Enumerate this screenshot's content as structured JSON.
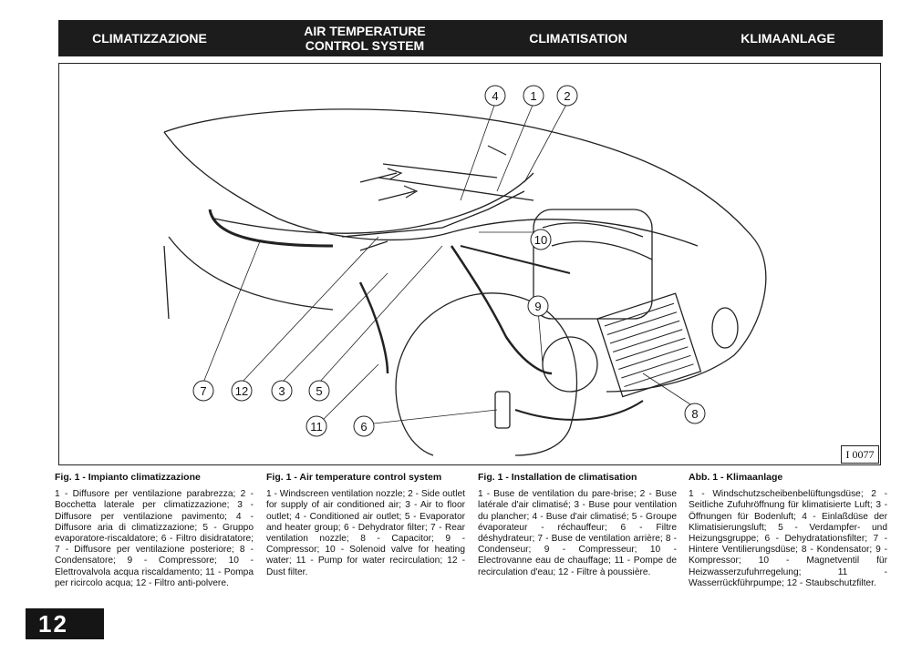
{
  "header": {
    "it": "CLIMATIZZAZIONE",
    "en_line1": "AIR TEMPERATURE",
    "en_line2": "CONTROL SYSTEM",
    "fr": "CLIMATISATION",
    "de": "KLIMAANLAGE"
  },
  "figure": {
    "code": "I 0077",
    "callouts": [
      "4",
      "1",
      "2",
      "10",
      "9",
      "7",
      "12",
      "3",
      "5",
      "8",
      "11",
      "6"
    ]
  },
  "captions": {
    "it": {
      "title": "Fig. 1 - Impianto climatizzazione",
      "body": "1 - Diffusore per ventilazione parabrezza; 2 - Bocchetta laterale per climatizzazione; 3 - Diffusore per ventilazione pavimento; 4 - Diffusore aria di climatizzazione; 5 - Gruppo evaporatore-riscaldatore; 6 - Filtro disidratatore; 7 - Diffusore per ventilazione posteriore; 8 - Condensatore; 9 - Compressore; 10 - Elettrovalvola acqua riscaldamento; 11 - Pompa per ricircolo acqua; 12 - Filtro anti-polvere."
    },
    "en": {
      "title": "Fig. 1 - Air temperature control system",
      "body": "1 - Windscreen ventilation nozzle; 2 - Side outlet for supply of air conditioned air; 3 - Air to floor outlet; 4 - Conditioned air outlet; 5 - Evaporator and heater group; 6 - Dehydrator filter; 7 - Rear ventilation nozzle; 8 - Capacitor; 9 - Compressor; 10 - Solenoid valve for heating water; 11 - Pump for water recirculation; 12 - Dust filter."
    },
    "fr": {
      "title": "Fig. 1 - Installation de climatisation",
      "body": "1 - Buse de ventilation du pare-brise; 2 - Buse latérale d'air climatisé; 3 - Buse pour ventilation du plancher; 4 - Buse d'air climatisé; 5 - Groupe évaporateur - réchauffeur; 6 - Filtre déshydrateur; 7 - Buse de ventilation arrière; 8 - Condenseur; 9 - Compresseur; 10 - Electrovanne eau de chauffage; 11 - Pompe de recirculation d'eau; 12 - Filtre à poussière."
    },
    "de": {
      "title": "Abb. 1 - Klimaanlage",
      "body": "1 - Windschutzscheibenbelüftungsdüse; 2 - Seitliche Zufuhröffnung für klimatisierte Luft; 3 - Öffnungen für Bodenluft; 4 - Einlaßdüse der Klimatisierungsluft; 5 - Verdampfer- und Heizungsgruppe; 6 - Dehydratationsfilter; 7 - Hintere Ventilierungsdüse; 8 - Kondensator; 9 - Kompressor; 10 - Magnetventil für Heizwasserzufuhrregelung; 11 - Wasserrückführpumpe; 12 - Staubschutzfilter."
    }
  },
  "page_number": "12"
}
